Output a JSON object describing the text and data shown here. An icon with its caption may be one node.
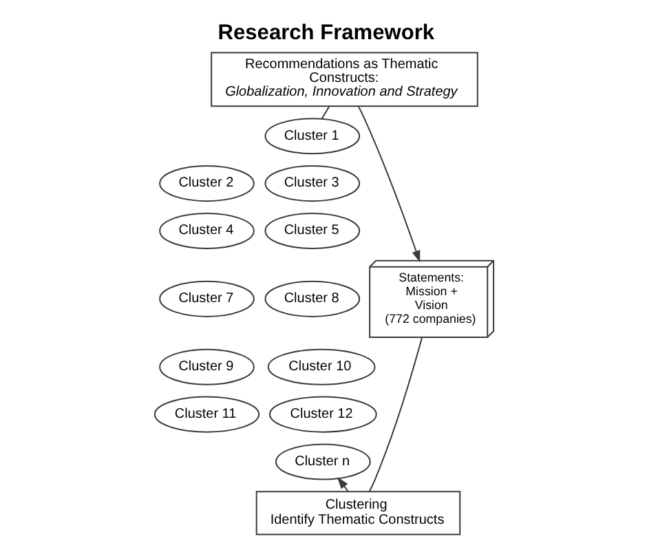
{
  "diagram": {
    "title": "Research Framework",
    "nodes": [
      {
        "text": [
          "Recommendations as Thematic Constructs:",
          "Globalization, Innovation and Strategy"
        ]
      },
      {
        "text": [
          "Cluster 1"
        ]
      },
      {
        "text": [
          "Cluster 2"
        ]
      },
      {
        "text": [
          "Cluster 3"
        ]
      },
      {
        "text": [
          "Cluster 4"
        ]
      },
      {
        "text": [
          "Cluster 5"
        ]
      },
      {
        "text": [
          "Cluster 7"
        ]
      },
      {
        "text": [
          "Cluster 8"
        ]
      },
      {
        "text": [
          "Cluster 9"
        ]
      },
      {
        "text": [
          "Cluster 10"
        ]
      },
      {
        "text": [
          "Cluster 11"
        ]
      },
      {
        "text": [
          "Cluster 12"
        ]
      },
      {
        "text": [
          "Cluster n"
        ]
      },
      {
        "text": [
          "Statements: Mission + Vision",
          "(772 companies)"
        ]
      },
      {
        "text": [
          "Clustering",
          "Identify Thematic Constructs"
        ]
      }
    ],
    "edges": [
      {
        "from": 0,
        "to": 1,
        "arrow": "none"
      },
      {
        "from": 0,
        "to": 13,
        "arrow": "to"
      },
      {
        "from": 13,
        "to": 14,
        "arrow": "none"
      },
      {
        "from": 14,
        "to": 12,
        "arrow": "to"
      }
    ]
  }
}
